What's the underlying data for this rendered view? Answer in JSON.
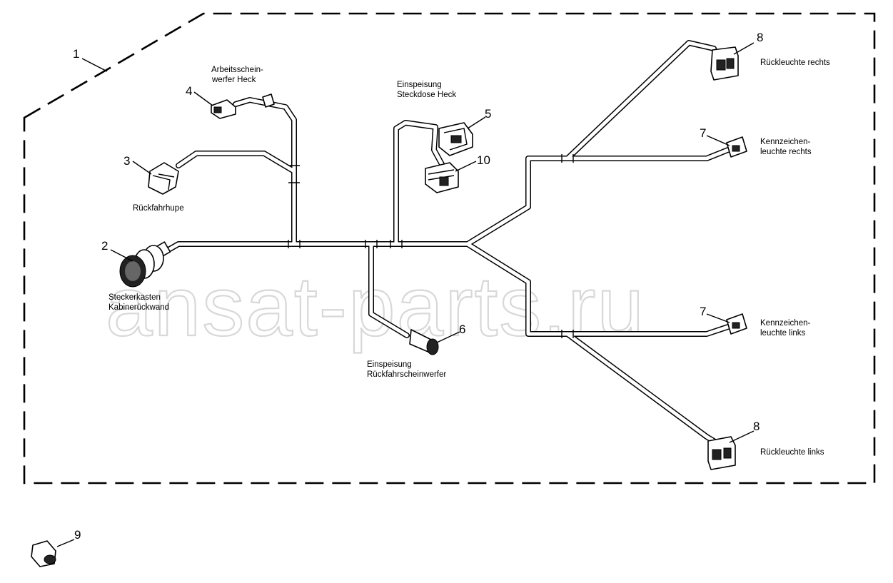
{
  "diagram": {
    "watermark": "ansat-parts.ru",
    "callouts": [
      "1",
      "2",
      "3",
      "4",
      "5",
      "6",
      "7",
      "7",
      "8",
      "8",
      "9",
      "10"
    ],
    "labels": {
      "arbeitsscheinwerfer_1": "Arbeitsschein-",
      "arbeitsscheinwerfer_2": "werfer Heck",
      "einspeisung_steckdose_1": "Einspeisung",
      "einspeisung_steckdose_2": "Steckdose Heck",
      "rueckfahrhupe": "Rückfahrhupe",
      "steckerkasten_1": "Steckerkasten",
      "steckerkasten_2": "Kabinerückwand",
      "einspeisung_rueckfahr_1": "Einspeisung",
      "einspeisung_rueckfahr_2": "Rückfahrscheinwerfer",
      "rueckleuchte_rechts": "Rückleuchte rechts",
      "kennzeichen_rechts_1": "Kennzeichen-",
      "kennzeichen_rechts_2": "leuchte rechts",
      "kennzeichen_links_1": "Kennzeichen-",
      "kennzeichen_links_2": "leuchte links",
      "rueckleuchte_links": "Rückleuchte links"
    }
  }
}
